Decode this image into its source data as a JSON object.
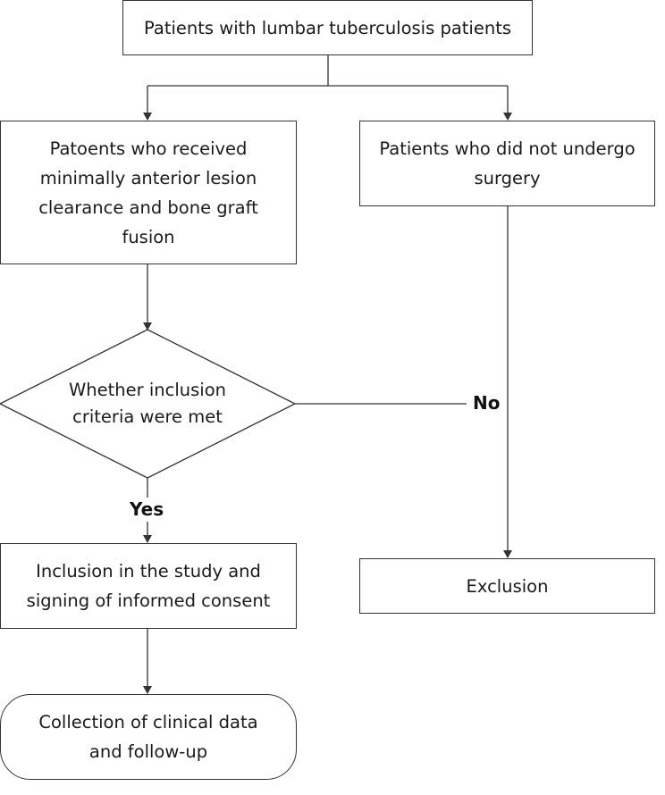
{
  "nodes": {
    "start": "Patients with lumbar tuberculosis patients",
    "surgery": "Patoents who received minimally anterior lesion clearance and bone graft fusion",
    "no_surgery": "Patients who did not undergo surgery",
    "decision": "Whether inclusion criteria were met",
    "inclusion": "Inclusion in the study and signing of informed consent",
    "exclusion": "Exclusion",
    "collection": "Collection of clinical data and follow-up"
  },
  "edges": {
    "yes": "Yes",
    "no": "No"
  }
}
